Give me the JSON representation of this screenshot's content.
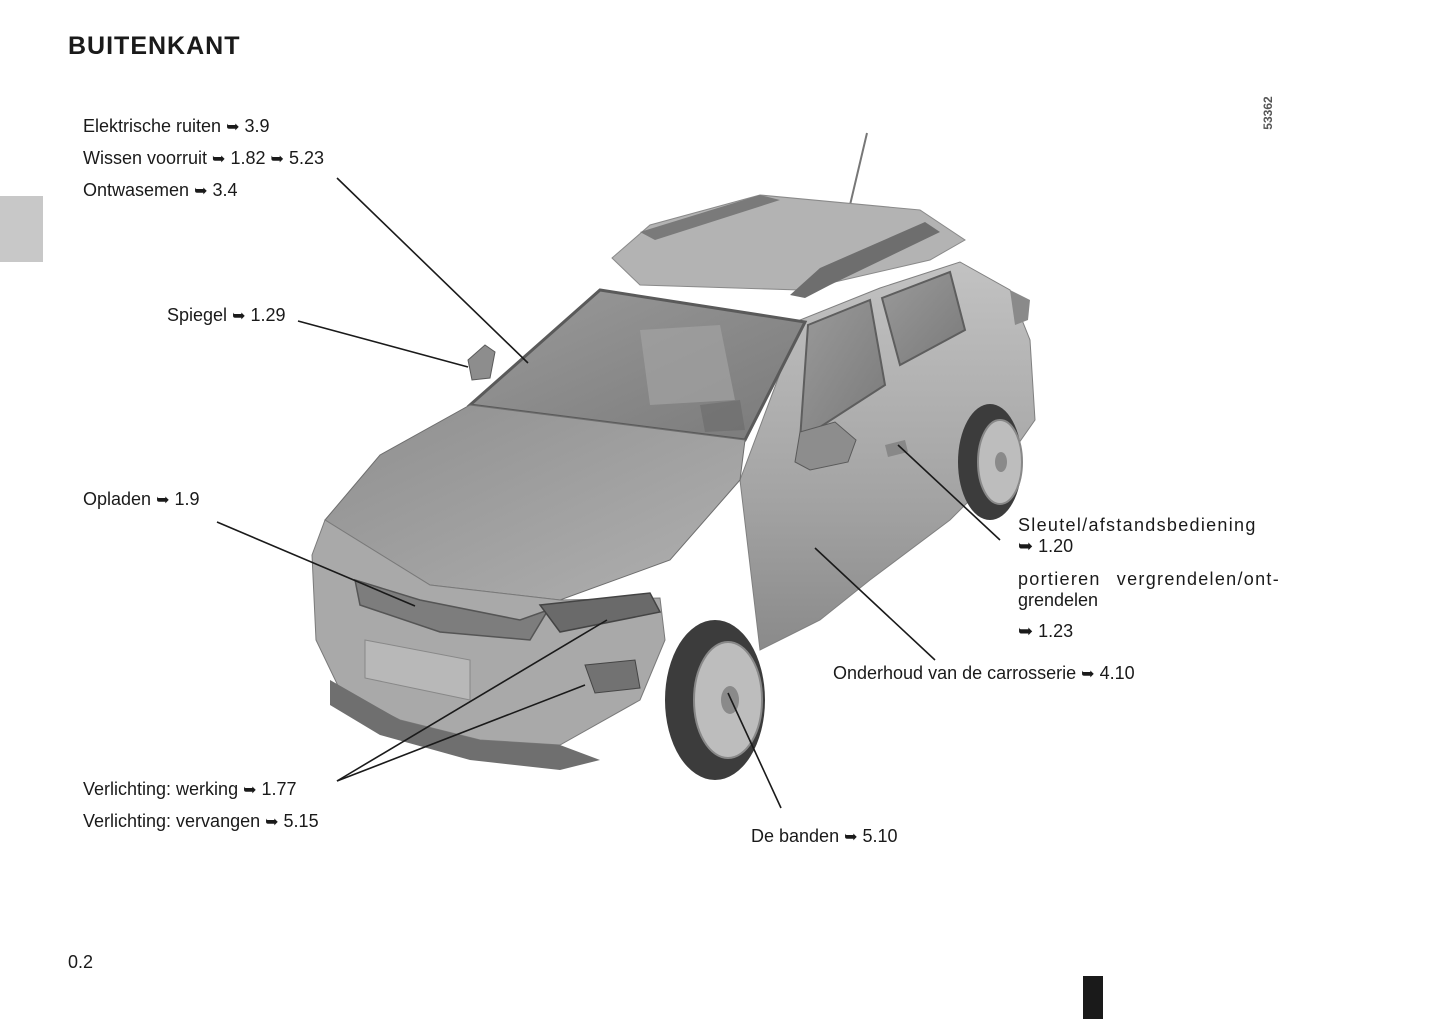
{
  "page": {
    "title": "BUITENKANT",
    "image_code": "53362",
    "page_number": "0.2"
  },
  "callouts": {
    "elektrische_ruiten": {
      "text": "Elektrische ruiten",
      "arrow": "➥",
      "ref": "3.9"
    },
    "wissen_voorruit": {
      "text": "Wissen voorruit",
      "arrow": "➥",
      "ref1": "1.82",
      "ref2": "5.23"
    },
    "ontwasemen": {
      "text": "Ontwasemen",
      "arrow": "➥",
      "ref": "3.4"
    },
    "spiegel": {
      "text": "Spiegel",
      "arrow": "➥",
      "ref": "1.29"
    },
    "opladen": {
      "text": "Opladen",
      "arrow": "➥",
      "ref": "1.9"
    },
    "verlichting_werking": {
      "text": "Verlichting: werking",
      "arrow": "➥",
      "ref": "1.77"
    },
    "verlichting_vervangen": {
      "text": "Verlichting: vervangen",
      "arrow": "➥",
      "ref": "5.15"
    },
    "de_banden": {
      "text": "De banden",
      "arrow": "➥",
      "ref": "5.10"
    },
    "onderhoud_carrosserie": {
      "text": "Onderhoud van de carrosserie",
      "arrow": "➥",
      "ref": "4.10"
    },
    "sleutel": {
      "text": "Sleutel/afstandsbediening",
      "arrow": "➥",
      "ref": "1.20"
    },
    "portieren": {
      "line1": "portieren vergrendelen/ont-",
      "line2": "grendelen",
      "arrow": "➥",
      "ref": "1.23"
    }
  },
  "illustration": {
    "subject": "car-exterior-illustration",
    "colors": {
      "body": "#a6a6a6",
      "body_dark": "#7d7d7d",
      "body_light": "#c4c4c4",
      "glass": "#8c8c8c",
      "tyre": "#3c3c3c",
      "leader_line": "#1a1a1a"
    }
  }
}
